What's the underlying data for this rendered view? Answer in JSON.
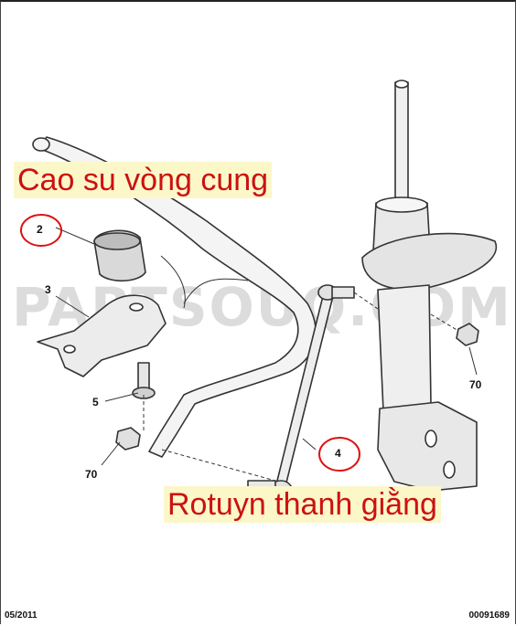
{
  "callouts": {
    "top": "Cao su vòng cung",
    "bottom": "Rotuyn thanh giằng"
  },
  "part_numbers": {
    "p2": "2",
    "p3": "3",
    "p4": "4",
    "p5": "5",
    "p70_left": "70",
    "p70_right": "70"
  },
  "watermark": "PARTSOUQ.COM",
  "footer": {
    "date": "05/2011",
    "code": "00091689"
  },
  "colors": {
    "callout_text": "#cc1111",
    "callout_bg": "#fbf7c9",
    "circle": "#dd1111"
  }
}
